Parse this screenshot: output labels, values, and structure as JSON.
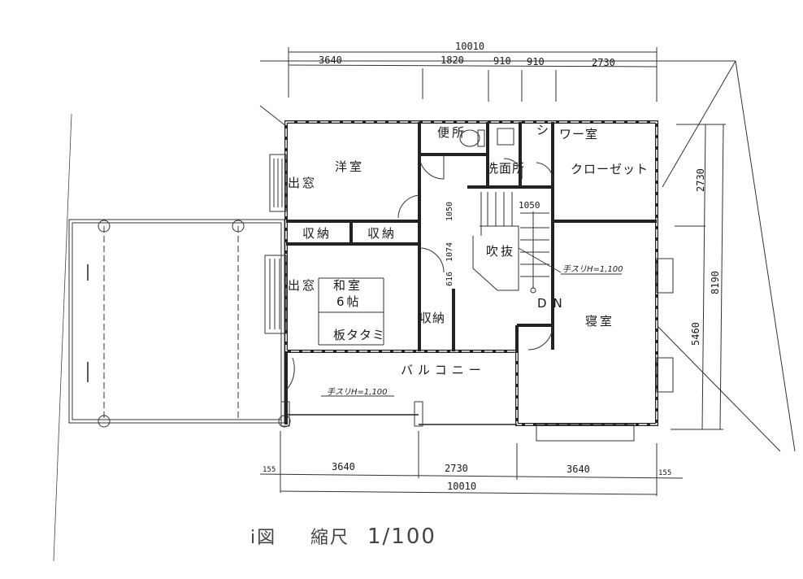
{
  "plan": {
    "rooms": {
      "western_room": "洋室",
      "bay_window_1": "出窓",
      "toilet": "便所",
      "washroom": "洗面所",
      "shower_1": "シ",
      "shower_2": "ワー室",
      "closet": "クローゼット",
      "storage_1": "収納",
      "storage_2": "収納",
      "void": "吹抜",
      "bay_window_2": "出窓",
      "japanese_room": "和室",
      "tatami_count": "6帖",
      "storage_3": "収納",
      "board_tatami": "板タタミ",
      "down": "DN",
      "bedroom": "寝室",
      "balcony": "バルコニー"
    },
    "notes": {
      "handrail_stair": "手スリH=1,100",
      "handrail_balcony": "手スリH=1,100",
      "stair_width": "1050",
      "stair_v1": "1050",
      "stair_v2": "1074",
      "stair_v3": "616"
    },
    "dimensions": {
      "top_total": "10010",
      "top": [
        "3640",
        "1820",
        "910",
        "910",
        "2730"
      ],
      "bottom": [
        "155",
        "3640",
        "2730",
        "3640",
        "155"
      ],
      "bottom_total": "10010",
      "right": [
        "2730",
        "8190",
        "5460"
      ]
    },
    "caption": {
      "title": "i図",
      "scale_label": "縮尺",
      "scale_value": "1/100"
    }
  }
}
